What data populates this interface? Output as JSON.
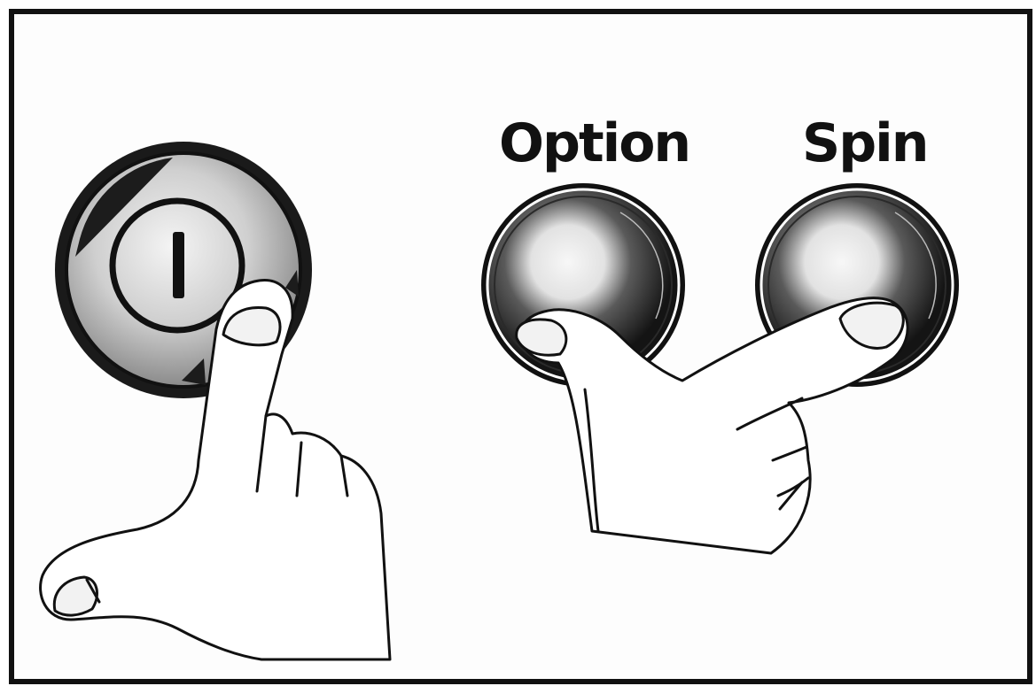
{
  "labels": {
    "option": "Option",
    "spin": "Spin"
  },
  "buttons": [
    {
      "id": "power",
      "icon": "power-icon"
    },
    {
      "id": "option",
      "icon": "none"
    },
    {
      "id": "spin",
      "icon": "none"
    }
  ],
  "colors": {
    "outline": "#111111",
    "background": "#fdfdfd",
    "button_dark": "#1a1a1a",
    "button_glow": "#f2f2f2"
  }
}
